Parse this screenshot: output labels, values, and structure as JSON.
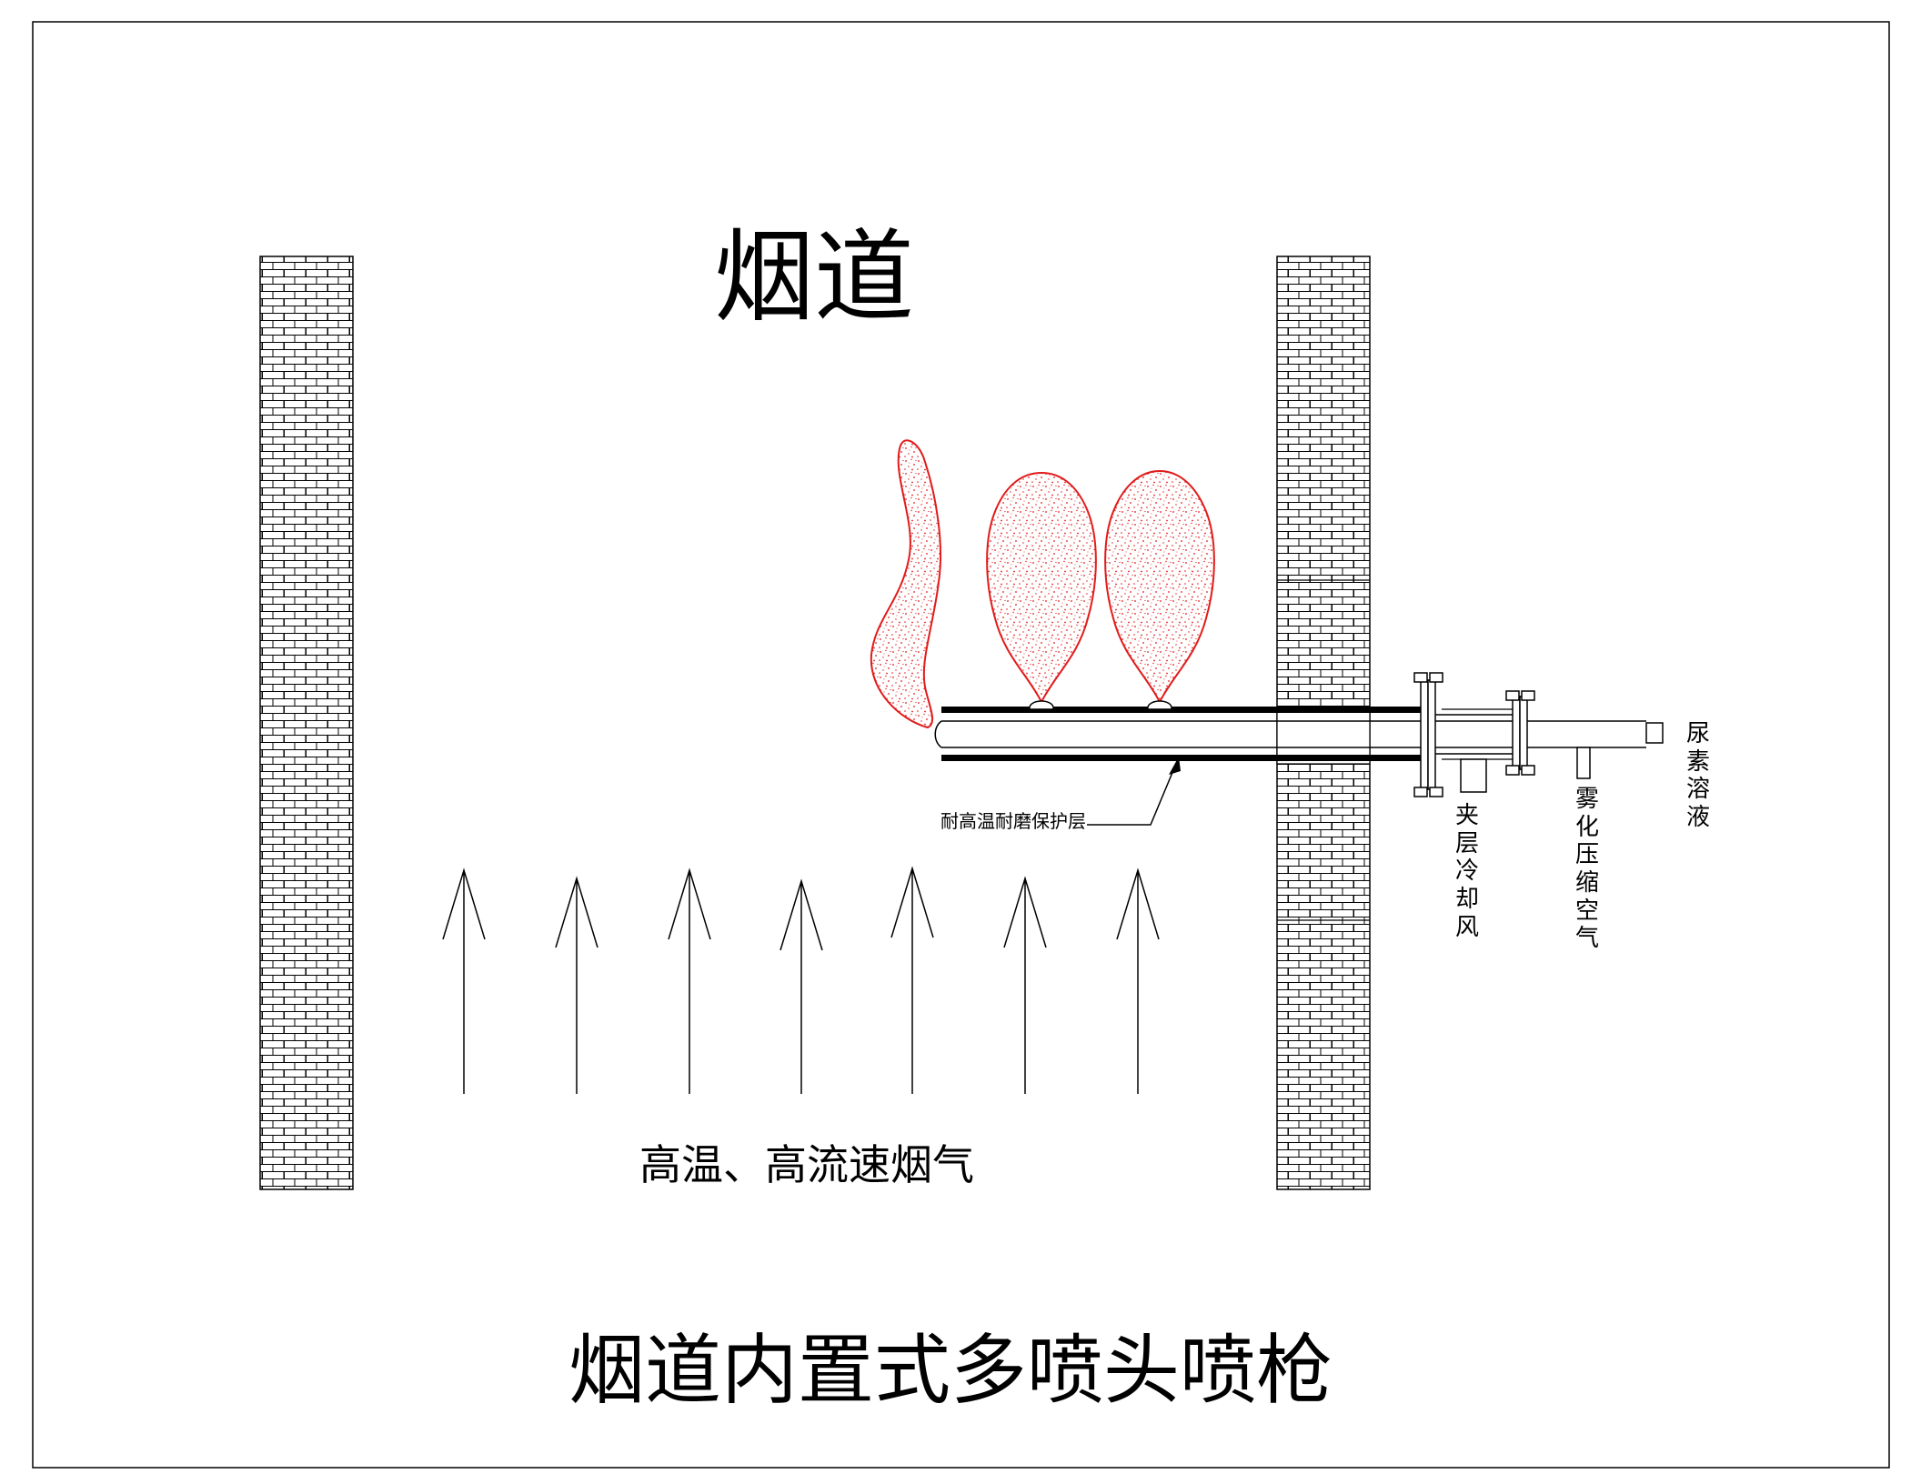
{
  "diagram": {
    "duct_title": "烟道",
    "main_title": "烟道内置式多喷头喷枪",
    "flue_gas_label": "高温、高流速烟气",
    "protective_layer_label": "耐高温耐磨保护层",
    "inlets": {
      "cooling_air": "夹层冷却风",
      "atomizing_air": "雾化压缩空气",
      "urea_solution": "尿素溶液"
    },
    "colors": {
      "line": "#000000",
      "spray": "#e11b1b",
      "background": "#ffffff"
    },
    "flow_arrow_count": 7,
    "spray_plume_count": 3
  }
}
